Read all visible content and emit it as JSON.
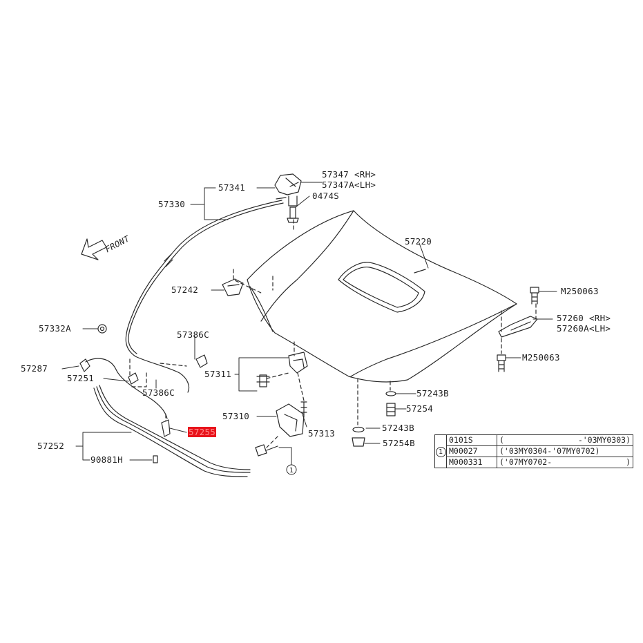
{
  "direction_label": "FRONT",
  "highlight_color": "#e8141c",
  "parts": {
    "p57347": "57347 <RH>",
    "p57347a": "57347A<LH>",
    "p57341": "57341",
    "p0474s": "0474S",
    "p57330": "57330",
    "p57220": "57220",
    "p57242": "57242",
    "pm250063a": "M250063",
    "p57260": "57260 <RH>",
    "p57260a": "57260A<LH>",
    "pm250063b": "M250063",
    "p57332a": "57332A",
    "p57386c_a": "57386C",
    "p57287": "57287",
    "p57251": "57251",
    "p57311": "57311",
    "p57386c_b": "57386C",
    "p57243b_a": "57243B",
    "p57254": "57254",
    "p57310": "57310",
    "p57255": "57255",
    "p57313": "57313",
    "p57243b_b": "57243B",
    "p57252": "57252",
    "p57254b": "57254B",
    "p90881h": "90881H",
    "callout": "1"
  },
  "legend": {
    "marker": "1",
    "rows": [
      {
        "code": "0101S",
        "range": "(",
        "range_end": "-'03MY0303)"
      },
      {
        "code": "M00027",
        "range": "('03MY0304-'07MY0702)",
        "range_end": ""
      },
      {
        "code": "M000331",
        "range": "('07MY0702-",
        "range_end": ")"
      }
    ]
  }
}
